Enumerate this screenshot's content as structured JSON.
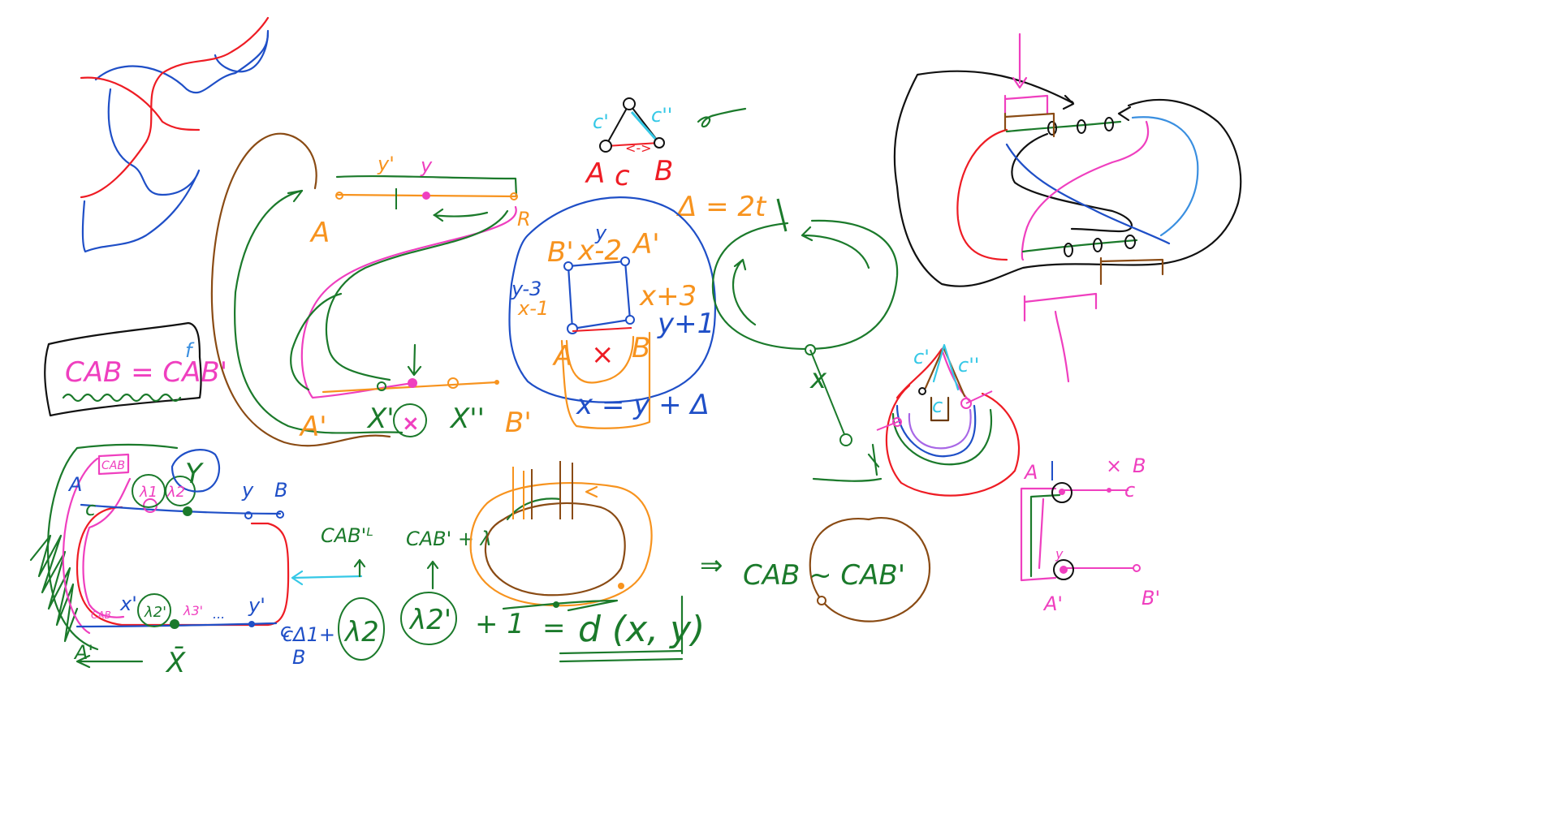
{
  "colors": {
    "red": "#ee1c24",
    "blue": "#1f4fc7",
    "lightblue": "#3a8fe0",
    "green": "#1b7a2b",
    "orange": "#f7931e",
    "brown": "#8a4b14",
    "pink": "#ef3fbf",
    "black": "#111111",
    "cyan": "#35c8e6",
    "purple": "#a867e6",
    "ink_dark": "#6b3a0a"
  },
  "labels": {
    "cab_eq": "CAB = CAB'",
    "cab_eq_mark": "f",
    "y_prime_top": "y'",
    "y_top": "y",
    "a_left": "A",
    "a_prime_left": "A'",
    "x_prime": "X'",
    "x_double_prime": "X''",
    "b_prime_mid": "B'",
    "r_mark": "R",
    "tri_c_left": "c'",
    "tri_c_right": "c''",
    "tri_a": "A",
    "tri_c": "c",
    "tri_b": "B",
    "delta_eq": "Δ = 2t",
    "sq_y": "y",
    "sq_b_prime": "B'",
    "sq_x_minus_2": "x-2",
    "sq_a_prime": "A'",
    "sq_y_minus_3": "y-3",
    "sq_x_minus_1": "x-1",
    "sq_x_plus_3": "x+3",
    "sq_y_plus_1": "y+1",
    "sq_a": "A",
    "sq_x": "×",
    "sq_b": "B",
    "sq_eq": "x = y + Δ",
    "loop_x": "x",
    "cone_c_left": "c'",
    "cone_c_right": "c''",
    "cone_c": "c",
    "bl_cab": "CAB",
    "bl_a": "A",
    "bl_c": "c",
    "bl_lambda1": "λ1",
    "bl_lambda2": "λ2",
    "bl_y": "Y",
    "bl_y_small": "y",
    "bl_b": "B",
    "bl_cab_small": "CAB",
    "bl_x_prime": "x'",
    "bl_lambda2_prime": "λ2'",
    "bl_lambda3_prime": "λ3'",
    "bl_dots": "...",
    "bl_y_prime": "y'",
    "bl_a_prime": "A'",
    "bl_x_bar": "X̄",
    "bl_c_small": "c",
    "cab_prime_lc": "CAB'ᴸ",
    "cab_prime_plus": "CAB' + λ",
    "formula_cd": "cΔ1+",
    "formula_b": "B",
    "formula_lambda2": "λ2",
    "formula_lambda2_prime": "λ2'",
    "formula_plus_one": "+ 1",
    "formula_eq": "=",
    "formula_d": "d (x, y)",
    "arrow_implies": "⇒",
    "cab_sim": "CAB ~ CAB'",
    "br_a": "A",
    "br_x": "×",
    "br_b": "B",
    "br_c": "c",
    "br_a_prime": "A'",
    "br_b_prime": "B'",
    "br_y": "y"
  }
}
